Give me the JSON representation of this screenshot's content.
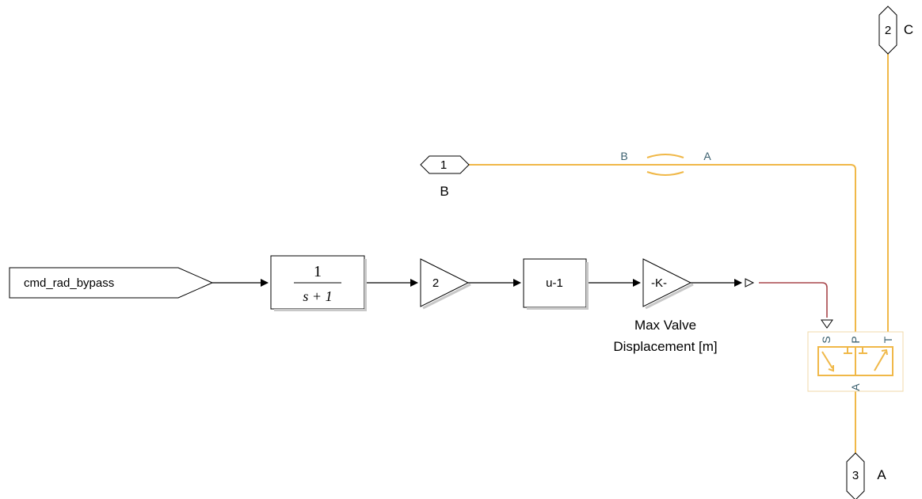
{
  "colors": {
    "physical_line": "#f0b848",
    "signal_line": "#000000",
    "converted_line": "#a8464b",
    "port_label": "#3a5f6e"
  },
  "blocks": {
    "from_tag": {
      "label": "cmd_rad_bypass"
    },
    "transfer_fcn": {
      "numerator": "1",
      "denominator": "s + 1"
    },
    "gain1": {
      "label": "2"
    },
    "fcn": {
      "label": "u-1"
    },
    "gain2": {
      "label": "-K-",
      "caption_line1": "Max Valve",
      "caption_line2": "Displacement [m]"
    },
    "port1": {
      "number": "1",
      "name": "B"
    },
    "port2": {
      "number": "2",
      "name": "C"
    },
    "port3": {
      "number": "3",
      "name": "A"
    },
    "orifice": {
      "port_left": "B",
      "port_right": "A"
    },
    "valve": {
      "port_s": "S",
      "port_p": "P",
      "port_t": "T",
      "port_a": "A"
    }
  }
}
